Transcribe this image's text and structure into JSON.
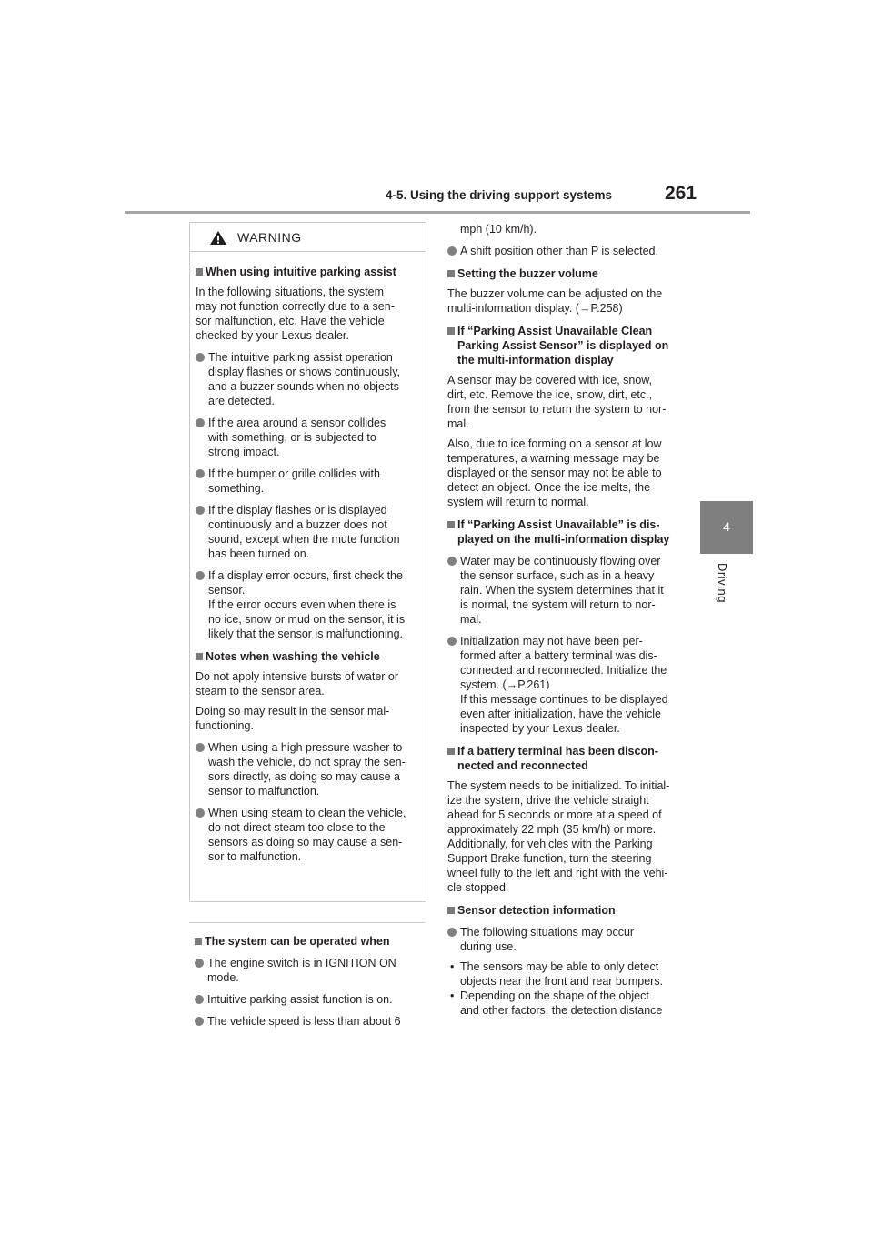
{
  "header": {
    "section": "4-5. Using the driving support systems",
    "page_number": "261"
  },
  "side_tab": {
    "number": "4",
    "label": "Driving"
  },
  "warning": {
    "title": "WARNING",
    "blocks": [
      {
        "type": "heading",
        "lines": [
          "When using intuitive parking assist"
        ]
      },
      {
        "type": "para",
        "lines": [
          "In the following situations, the system",
          "may not function correctly due to a sen-",
          "sor malfunction, etc. Have the vehicle",
          "checked by your Lexus dealer."
        ]
      },
      {
        "type": "bullet",
        "lines": [
          "The intuitive parking assist operation",
          "display flashes or shows continuously,",
          "and a buzzer sounds when no objects",
          "are detected."
        ]
      },
      {
        "type": "bullet",
        "lines": [
          "If the area around a sensor collides",
          "with something, or is subjected to",
          "strong impact."
        ]
      },
      {
        "type": "bullet",
        "lines": [
          "If the bumper or grille collides with",
          "something."
        ]
      },
      {
        "type": "bullet",
        "lines": [
          "If the display flashes or is displayed",
          "continuously and a buzzer does not",
          "sound, except when the mute function",
          "has been turned on."
        ]
      },
      {
        "type": "bullet",
        "lines": [
          "If a display error occurs, first check the",
          "sensor.",
          "If the error occurs even when there is",
          "no ice, snow or mud on the sensor, it is",
          "likely that the sensor is malfunctioning."
        ]
      },
      {
        "type": "heading",
        "lines": [
          "Notes when washing the vehicle"
        ]
      },
      {
        "type": "para",
        "lines": [
          "Do not apply intensive bursts of water or",
          "steam to the sensor area."
        ]
      },
      {
        "type": "para",
        "lines": [
          "Doing so may result in the sensor mal-",
          "functioning."
        ]
      },
      {
        "type": "bullet",
        "lines": [
          "When using a high pressure washer to",
          "wash the vehicle, do not spray the sen-",
          "sors directly, as doing so may cause a",
          "sensor to malfunction."
        ]
      },
      {
        "type": "bullet",
        "lines": [
          "When using steam to clean the vehicle,",
          "do not direct steam too close to the",
          "sensors as doing so may cause a sen-",
          "sor to malfunction."
        ]
      }
    ]
  },
  "left_column": [
    {
      "type": "heading",
      "lines": [
        "The system can be operated when"
      ]
    },
    {
      "type": "bullet",
      "lines": [
        "The engine switch is in IGNITION ON",
        "mode."
      ]
    },
    {
      "type": "bullet",
      "lines": [
        "Intuitive parking assist function is on."
      ]
    },
    {
      "type": "bullet",
      "lines": [
        "The vehicle speed is less than about 6"
      ]
    }
  ],
  "right_column": [
    {
      "type": "cont",
      "lines": [
        "mph (10 km/h)."
      ]
    },
    {
      "type": "bullet",
      "lines": [
        "A shift position other than P is selected."
      ]
    },
    {
      "type": "heading",
      "lines": [
        "Setting the buzzer volume"
      ]
    },
    {
      "type": "para",
      "lines": [
        "The buzzer volume can be adjusted on the",
        "multi-information display. (→P.258)"
      ]
    },
    {
      "type": "heading",
      "lines": [
        "If “Parking Assist Unavailable Clean",
        "Parking Assist Sensor” is displayed on",
        "the multi-information display"
      ]
    },
    {
      "type": "para",
      "lines": [
        "A sensor may be covered with ice, snow,",
        "dirt, etc. Remove the ice, snow, dirt, etc.,",
        "from the sensor to return the system to nor-",
        "mal."
      ]
    },
    {
      "type": "para",
      "lines": [
        "Also, due to ice forming on a sensor at low",
        "temperatures, a warning message may be",
        "displayed or the sensor may not be able to",
        "detect an object. Once the ice melts, the",
        "system will return to normal."
      ]
    },
    {
      "type": "heading",
      "lines": [
        "If “Parking Assist Unavailable” is dis-",
        "played on the multi-information display"
      ]
    },
    {
      "type": "bullet",
      "lines": [
        "Water may be continuously flowing over",
        "the sensor surface, such as in a heavy",
        "rain. When the system determines that it",
        "is normal, the system will return to nor-",
        "mal."
      ]
    },
    {
      "type": "bullet",
      "lines": [
        "Initialization may not have been per-",
        "formed after a battery terminal was dis-",
        "connected and reconnected. Initialize the",
        "system. (→P.261)",
        "If this message continues to be displayed",
        "even after initialization, have the vehicle",
        "inspected by your Lexus dealer."
      ]
    },
    {
      "type": "heading",
      "lines": [
        "If a battery terminal has been discon-",
        "nected and reconnected"
      ]
    },
    {
      "type": "para",
      "lines": [
        "The system needs to be initialized. To initial-",
        "ize the system, drive the vehicle straight",
        "ahead for 5 seconds or more at a speed of",
        "approximately 22 mph (35 km/h) or more.",
        "Additionally, for vehicles with the Parking",
        "Support Brake function, turn the steering",
        "wheel fully to the left and right with the vehi-",
        "cle stopped."
      ]
    },
    {
      "type": "heading",
      "lines": [
        "Sensor detection information"
      ]
    },
    {
      "type": "bullet",
      "lines": [
        "The following situations may occur",
        "during use."
      ]
    },
    {
      "type": "dash",
      "lines": [
        "The sensors may be able to only detect",
        "objects near the front and rear bumpers."
      ]
    },
    {
      "type": "dash",
      "lines": [
        "Depending on the shape of the object",
        "and other factors, the detection distance"
      ]
    }
  ],
  "colors": {
    "text": "#231f20",
    "marker": "#808080",
    "tab": "#7f7f7f",
    "rule": "#a6a6a6"
  },
  "icons": {
    "warning": "warning-triangle-icon"
  }
}
